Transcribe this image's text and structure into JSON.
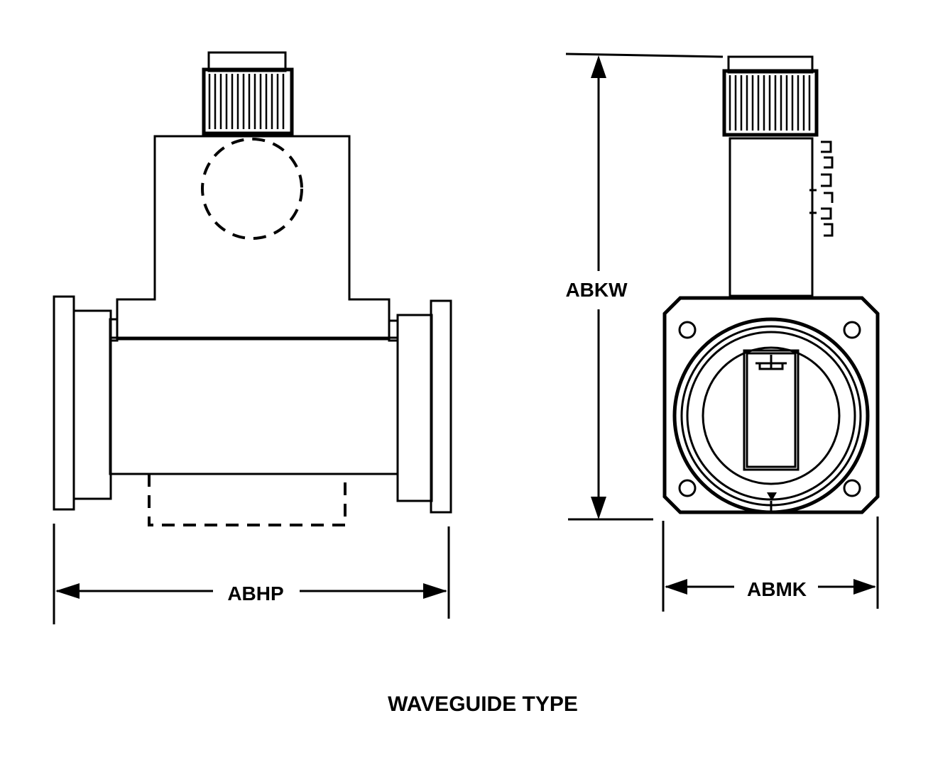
{
  "figure": {
    "caption": "WAVEGUIDE TYPE",
    "dimensions": {
      "width_side_view": "ABHP",
      "height_end_view": "ABKW",
      "width_end_view": "ABMK"
    }
  },
  "colors": {
    "ink": "#000000",
    "paper": "#ffffff"
  }
}
